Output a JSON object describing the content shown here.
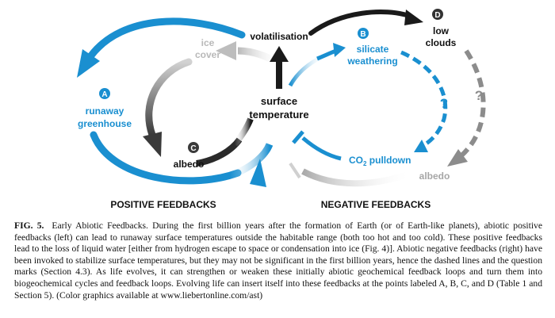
{
  "diagram": {
    "center_label_line1": "surface",
    "center_label_line2": "temperature",
    "nodes": {
      "volatilisation": "volatilisation",
      "ice_cover_line1": "ice",
      "ice_cover_line2": "cover",
      "runaway_line1": "runaway",
      "runaway_line2": "greenhouse",
      "albedo_left": "albedo",
      "silicate_line1": "silicate",
      "silicate_line2": "weathering",
      "low_clouds_line1": "low",
      "low_clouds_line2": "clouds",
      "co2_pre": "CO",
      "co2_sub": "2",
      "co2_post": " pulldown",
      "albedo_right": "albedo",
      "question_mark": "?"
    },
    "badges": {
      "a": "A",
      "b": "B",
      "c": "C",
      "d": "D"
    },
    "section_left": "POSITIVE FEEDBACKS",
    "section_right": "NEGATIVE FEEDBACKS",
    "colors": {
      "blue": "#1a8fd0",
      "black": "#1a1a1a",
      "gray": "#8c8c8c",
      "light_gray": "#c4c4c4"
    }
  },
  "caption": {
    "figure_label": "FIG. 5.",
    "text": "Early Abiotic Feedbacks. During the first billion years after the formation of Earth (or of Earth-like planets), abiotic positive feedbacks (left) can lead to runaway surface temperatures outside the habitable range (both too hot and too cold). These positive feedbacks lead to the loss of liquid water [either from hydrogen escape to space or condensation into ice (Fig. 4)]. Abiotic negative feedbacks (right) have been invoked to stabilize surface temperatures, but they may not be significant in the first billion years, hence the dashed lines and the question marks (Section 4.3). As life evolves, it can strengthen or weaken these initially abiotic geochemical feedback loops and turn them into biogeochemical cycles and feedback loops. Evolving life can insert itself into these feedbacks at the points labeled A, B, C, and D (Table 1 and Section 5). (Color graphics available at www.liebertonline.com/ast)"
  }
}
